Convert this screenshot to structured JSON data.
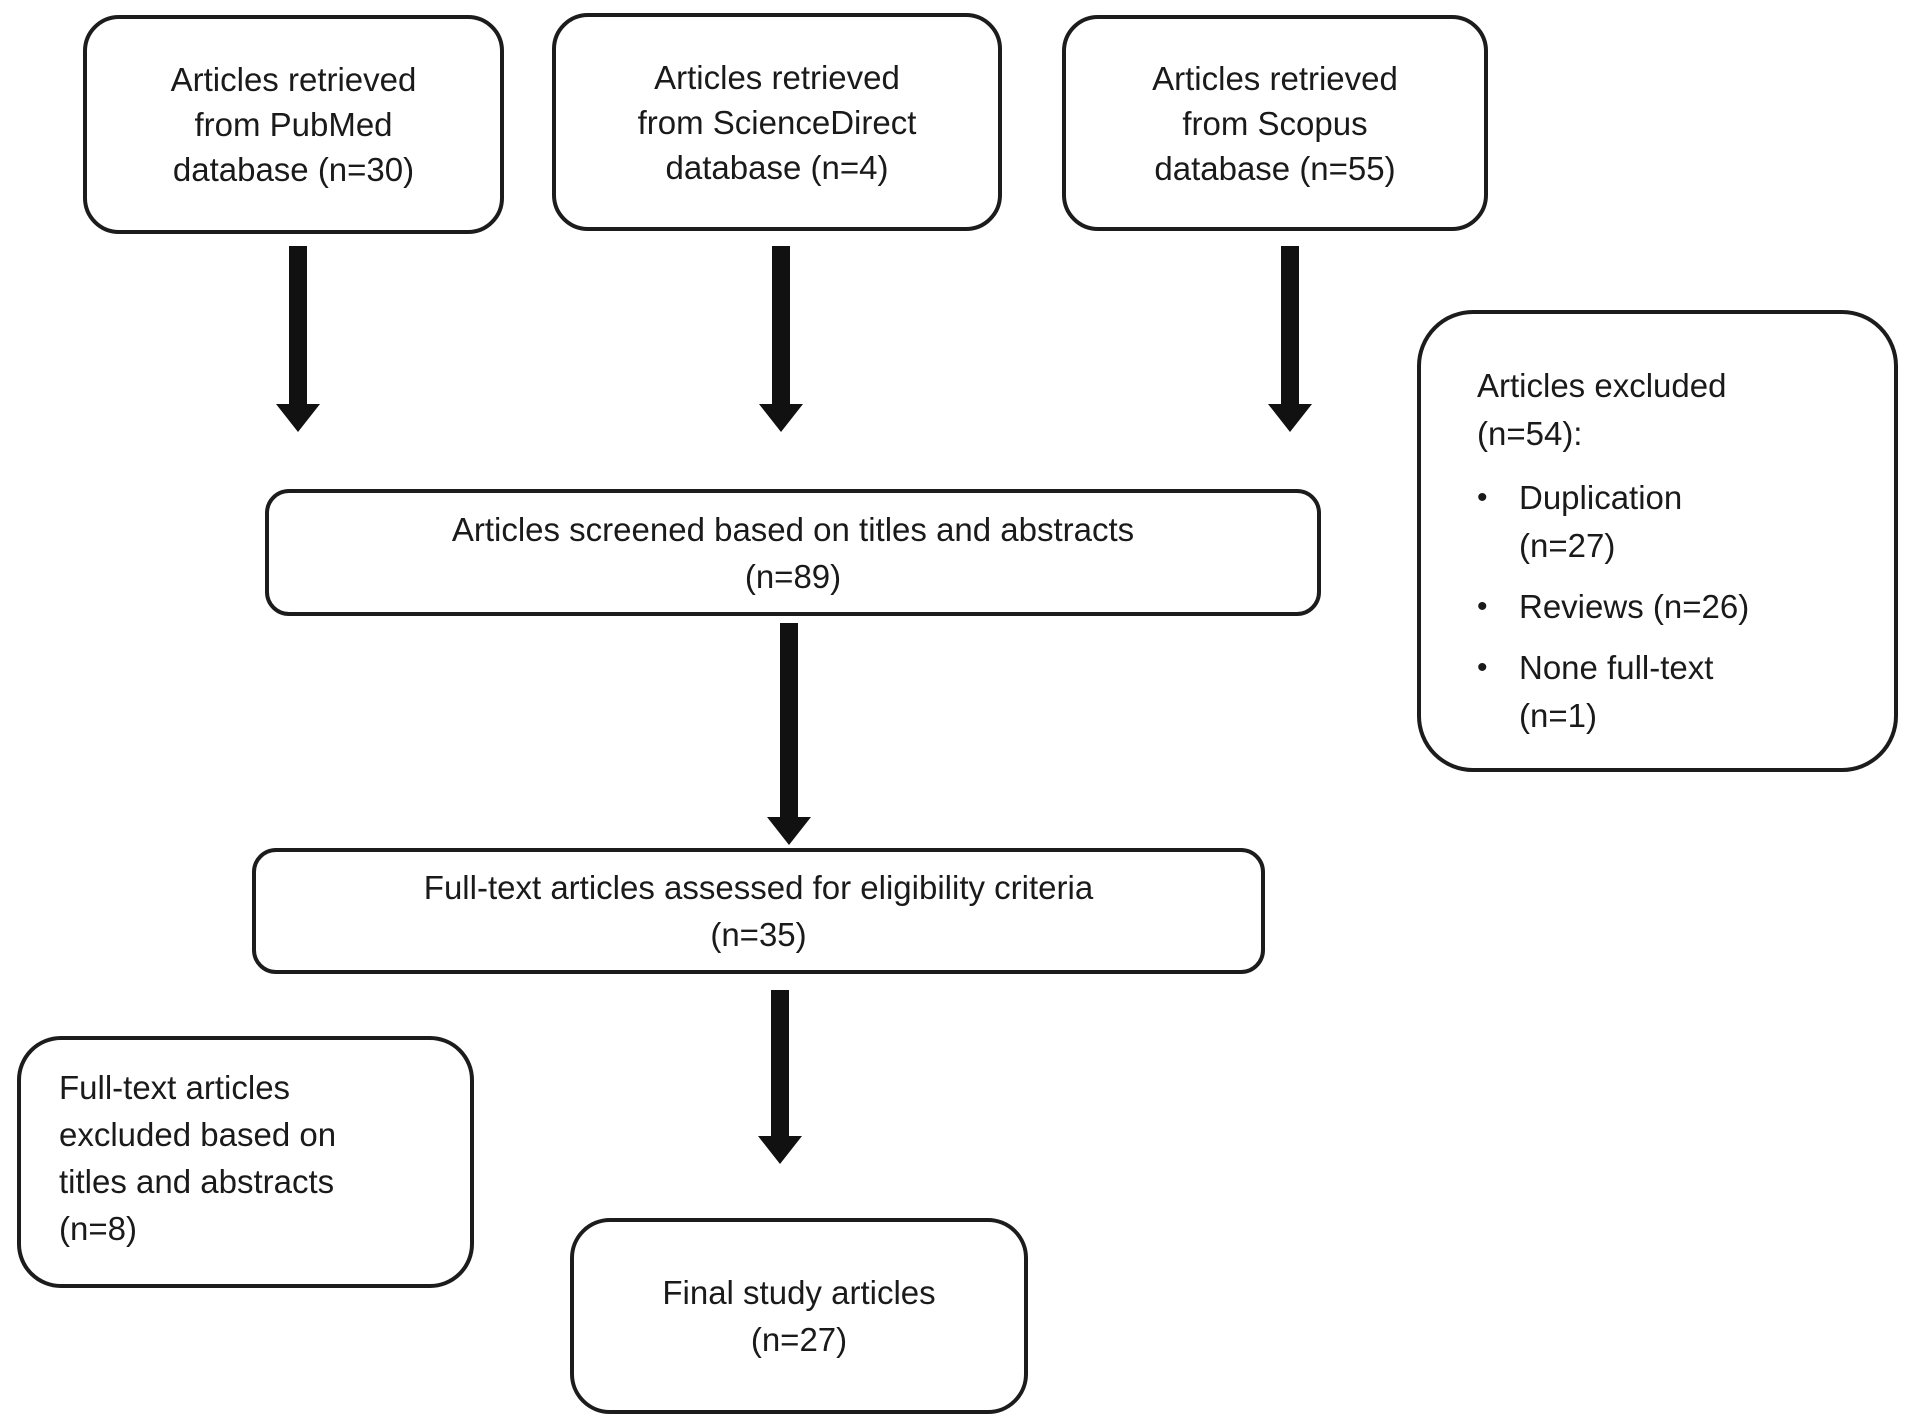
{
  "colors": {
    "ink": "#1a1a1a",
    "border": "#1c1c1c",
    "arrow": "#111111",
    "background": "#ffffff"
  },
  "bullet_glyph": "•",
  "nodes": {
    "pubmed": {
      "text": "Articles retrieved\nfrom PubMed\ndatabase (n=30)",
      "n": 30
    },
    "sciencedirect": {
      "text": "Articles retrieved\nfrom ScienceDirect\ndatabase (n=4)",
      "n": 4
    },
    "scopus": {
      "text": "Articles retrieved\nfrom Scopus\ndatabase (n=55)",
      "n": 55
    },
    "screened": {
      "text": "Articles screened based on titles and abstracts\n(n=89)",
      "n": 89
    },
    "excluded_right": {
      "title": "Articles excluded\n(n=54):",
      "n": 54,
      "items": [
        "Duplication\n(n=27)",
        "Reviews (n=26)",
        "None full-text\n(n=1)"
      ]
    },
    "assessed": {
      "text": "Full-text articles assessed for eligibility criteria\n(n=35)",
      "n": 35
    },
    "excluded_left": {
      "text": "Full-text articles\nexcluded based on\ntitles and abstracts\n(n=8)",
      "n": 8
    },
    "final": {
      "text": "Final study articles\n(n=27)",
      "n": 27
    }
  }
}
